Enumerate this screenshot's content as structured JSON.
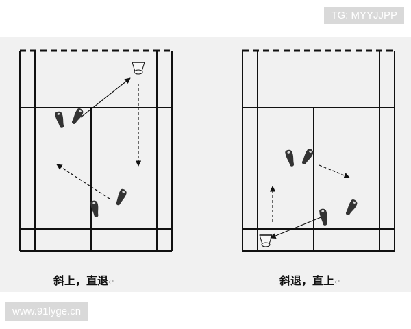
{
  "watermark_top": "TG: MYYJJPP",
  "watermark_bottom": "www.91lyge.cn",
  "diagrams": [
    {
      "caption": "斜上，直退"
    },
    {
      "caption": "斜退，直上"
    }
  ],
  "return_mark": "↵",
  "colors": {
    "line": "#111111",
    "footprint": "#333333",
    "panel": "#f1f1f1"
  },
  "icons": [
    "shuttlecock-icon",
    "footprint-icon",
    "arrow-icon"
  ]
}
